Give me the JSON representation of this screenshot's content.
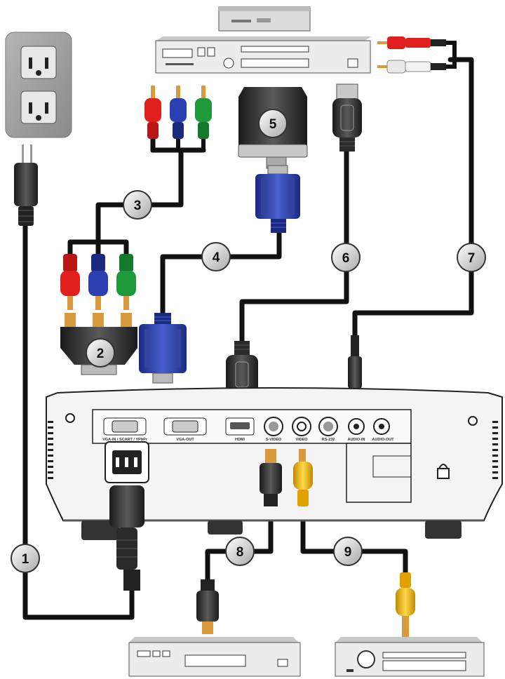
{
  "callouts": [
    {
      "id": "1",
      "label": "1"
    },
    {
      "id": "2",
      "label": "2"
    },
    {
      "id": "3",
      "label": "3"
    },
    {
      "id": "4",
      "label": "4"
    },
    {
      "id": "5",
      "label": "5"
    },
    {
      "id": "6",
      "label": "6"
    },
    {
      "id": "7",
      "label": "7"
    },
    {
      "id": "8",
      "label": "8"
    },
    {
      "id": "9",
      "label": "9"
    }
  ],
  "ports": [
    {
      "label": "VGA-IN / SCART / YPbPr"
    },
    {
      "label": "VGA-OUT"
    },
    {
      "label": "HDMI"
    },
    {
      "label": "S-VIDEO"
    },
    {
      "label": "VIDEO"
    },
    {
      "label": "RS-232"
    },
    {
      "label": "AUDIO-IN"
    },
    {
      "label": "AUDIO-OUT"
    }
  ],
  "colors": {
    "cable": "#111111",
    "red": "#e0201c",
    "blue": "#2a3fb0",
    "green": "#1f9a3a",
    "yellow": "#f2b400",
    "gold": "#d89a3c",
    "projector_body": "#f4f4f4",
    "device_body": "#e6e6e6"
  }
}
